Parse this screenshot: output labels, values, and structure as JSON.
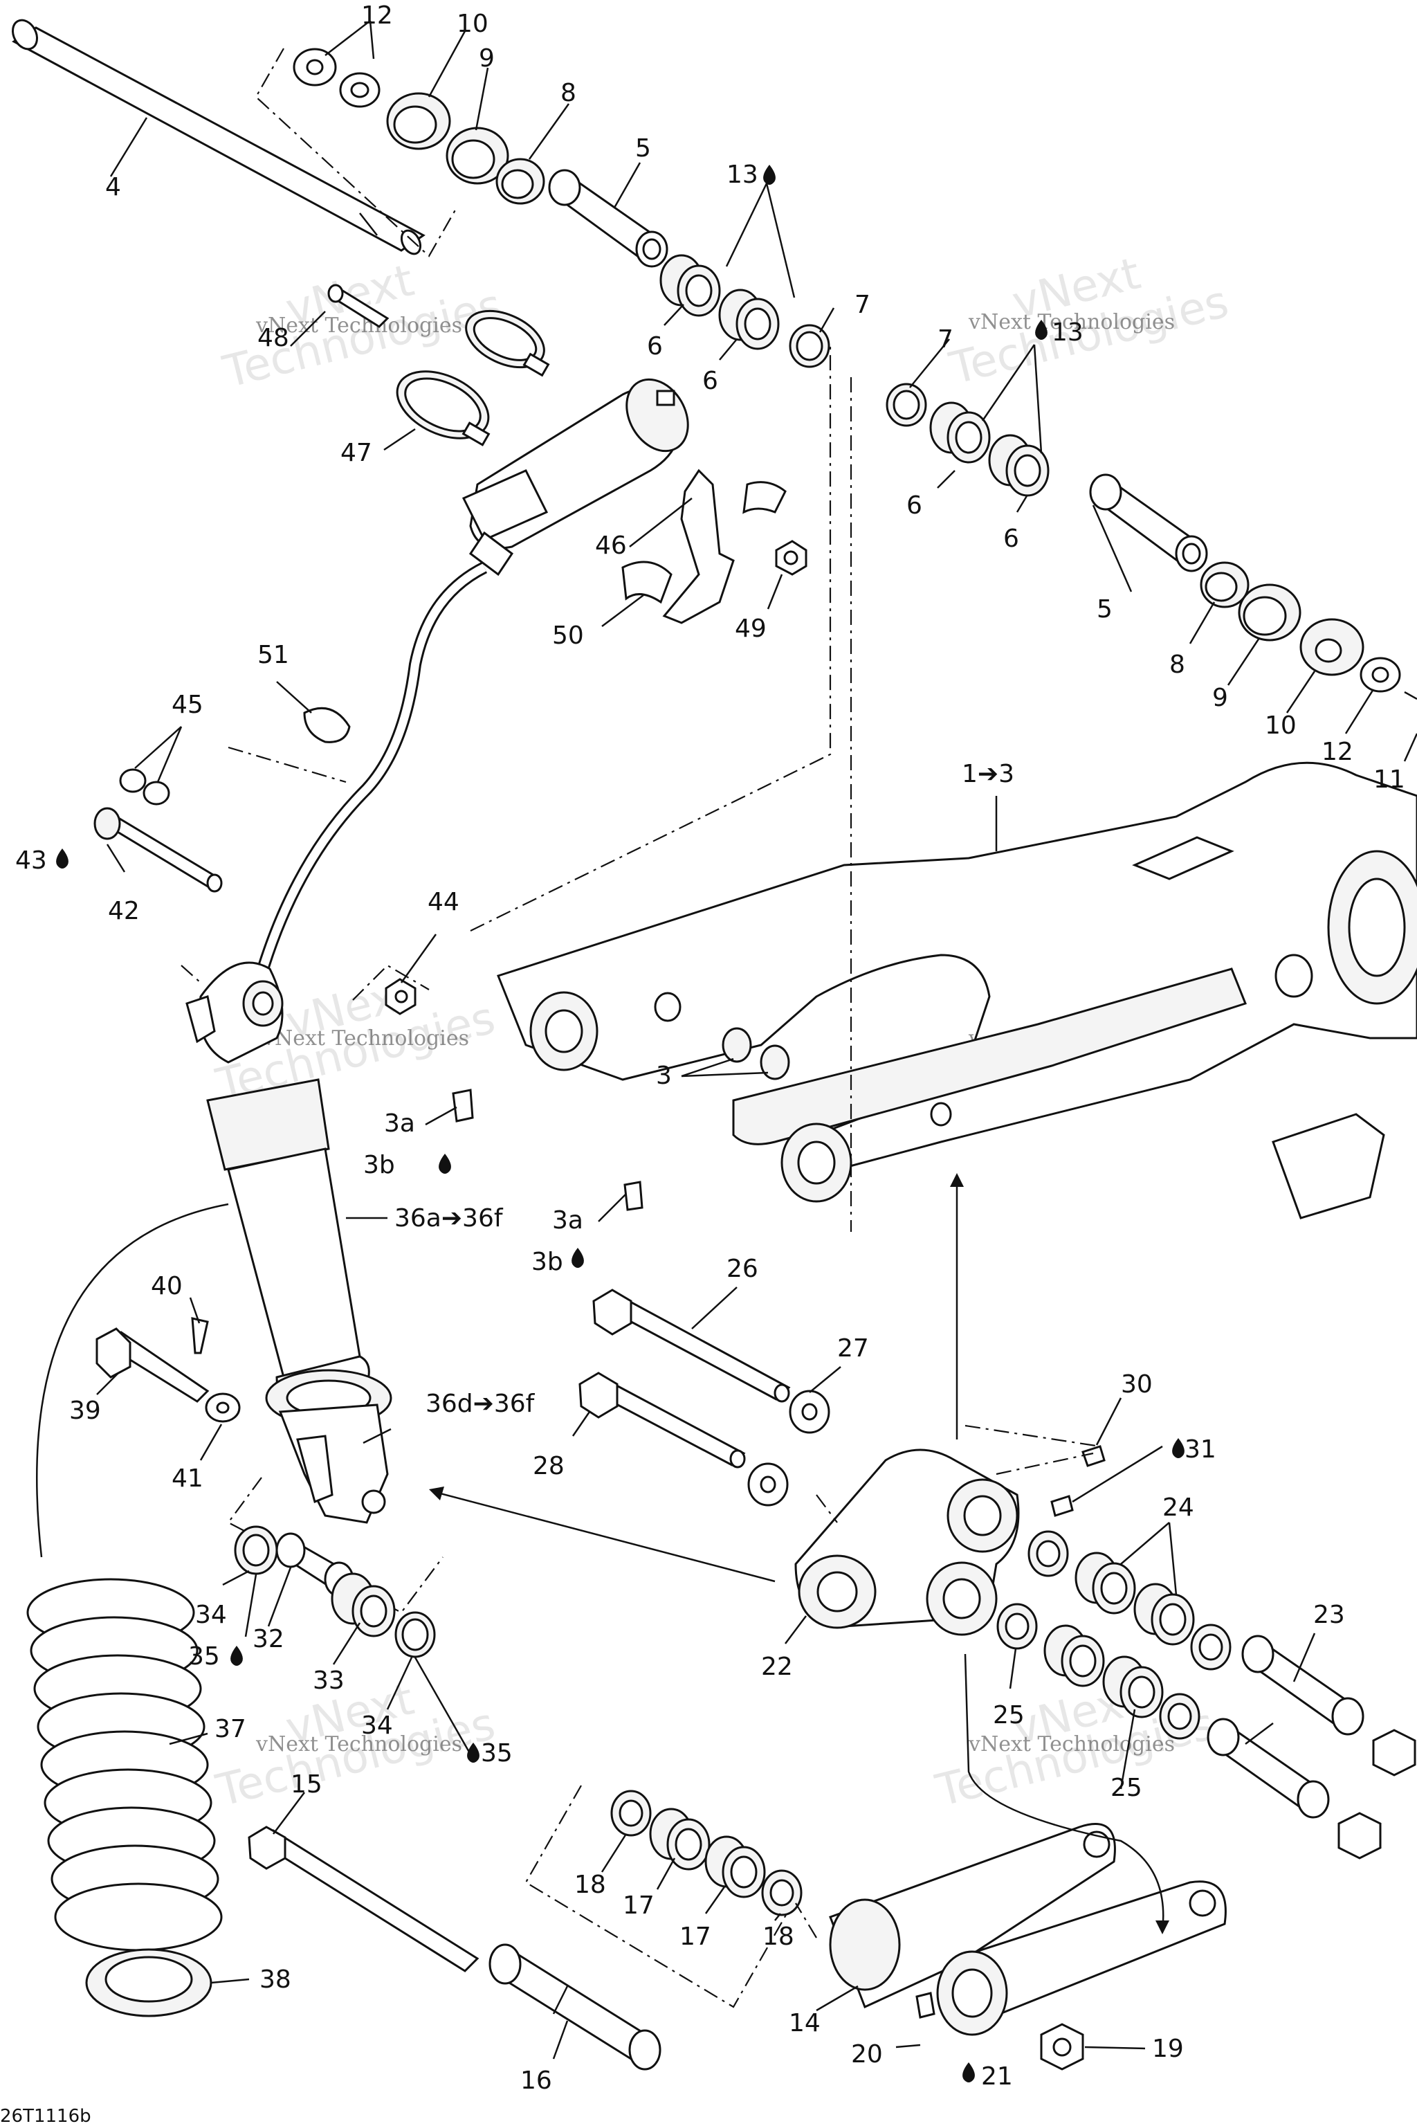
{
  "diagram": {
    "image_code": "26T1116b",
    "watermark_line1": "vNext",
    "watermark_line2": "Technologies",
    "watermark_small": "vNext Technologies",
    "callouts": [
      {
        "id": "c12a",
        "text": "12"
      },
      {
        "id": "c10a",
        "text": "10"
      },
      {
        "id": "c9a",
        "text": "9"
      },
      {
        "id": "c8a",
        "text": "8"
      },
      {
        "id": "c5a",
        "text": "5"
      },
      {
        "id": "c4",
        "text": "4"
      },
      {
        "id": "c13a",
        "text": "13"
      },
      {
        "id": "c6a",
        "text": "6"
      },
      {
        "id": "c6b",
        "text": "6"
      },
      {
        "id": "c7a",
        "text": "7"
      },
      {
        "id": "c7b",
        "text": "7"
      },
      {
        "id": "c13b",
        "text": "13"
      },
      {
        "id": "c48",
        "text": "48"
      },
      {
        "id": "c47",
        "text": "47"
      },
      {
        "id": "c6c",
        "text": "6"
      },
      {
        "id": "c6d",
        "text": "6"
      },
      {
        "id": "c46",
        "text": "46"
      },
      {
        "id": "c5b",
        "text": "5"
      },
      {
        "id": "c50",
        "text": "50"
      },
      {
        "id": "c49",
        "text": "49"
      },
      {
        "id": "c8b",
        "text": "8"
      },
      {
        "id": "c9b",
        "text": "9"
      },
      {
        "id": "c10b",
        "text": "10"
      },
      {
        "id": "c12b",
        "text": "12"
      },
      {
        "id": "c11",
        "text": "11"
      },
      {
        "id": "c51",
        "text": "51"
      },
      {
        "id": "c45",
        "text": "45"
      },
      {
        "id": "c13arr",
        "text": "1➔3"
      },
      {
        "id": "c43",
        "text": "43"
      },
      {
        "id": "c42",
        "text": "42"
      },
      {
        "id": "c44",
        "text": "44"
      },
      {
        "id": "c3",
        "text": "3"
      },
      {
        "id": "c3a1",
        "text": "3a"
      },
      {
        "id": "c3b1",
        "text": "3b"
      },
      {
        "id": "c36af",
        "text": "36a➔36f"
      },
      {
        "id": "c3a2",
        "text": "3a"
      },
      {
        "id": "c3b2",
        "text": "3b"
      },
      {
        "id": "c26",
        "text": "26"
      },
      {
        "id": "c40",
        "text": "40"
      },
      {
        "id": "c27",
        "text": "27"
      },
      {
        "id": "c39",
        "text": "39"
      },
      {
        "id": "c30",
        "text": "30"
      },
      {
        "id": "c36df",
        "text": "36d➔36f"
      },
      {
        "id": "c28",
        "text": "28"
      },
      {
        "id": "c31",
        "text": "31"
      },
      {
        "id": "c41",
        "text": "41"
      },
      {
        "id": "c24",
        "text": "24"
      },
      {
        "id": "c34a",
        "text": "34"
      },
      {
        "id": "c35a",
        "text": "35"
      },
      {
        "id": "c32",
        "text": "32"
      },
      {
        "id": "c33",
        "text": "33"
      },
      {
        "id": "c22",
        "text": "22"
      },
      {
        "id": "c23",
        "text": "23"
      },
      {
        "id": "c25a",
        "text": "25"
      },
      {
        "id": "c34b",
        "text": "34"
      },
      {
        "id": "c35b",
        "text": "35"
      },
      {
        "id": "c37",
        "text": "37"
      },
      {
        "id": "c15",
        "text": "15"
      },
      {
        "id": "c25b",
        "text": "25"
      },
      {
        "id": "c18a",
        "text": "18"
      },
      {
        "id": "c17a",
        "text": "17"
      },
      {
        "id": "c17b",
        "text": "17"
      },
      {
        "id": "c18b",
        "text": "18"
      },
      {
        "id": "c38",
        "text": "38"
      },
      {
        "id": "c14",
        "text": "14"
      },
      {
        "id": "c20",
        "text": "20"
      },
      {
        "id": "c21",
        "text": "21"
      },
      {
        "id": "c19",
        "text": "19"
      },
      {
        "id": "c16",
        "text": "16"
      }
    ]
  }
}
